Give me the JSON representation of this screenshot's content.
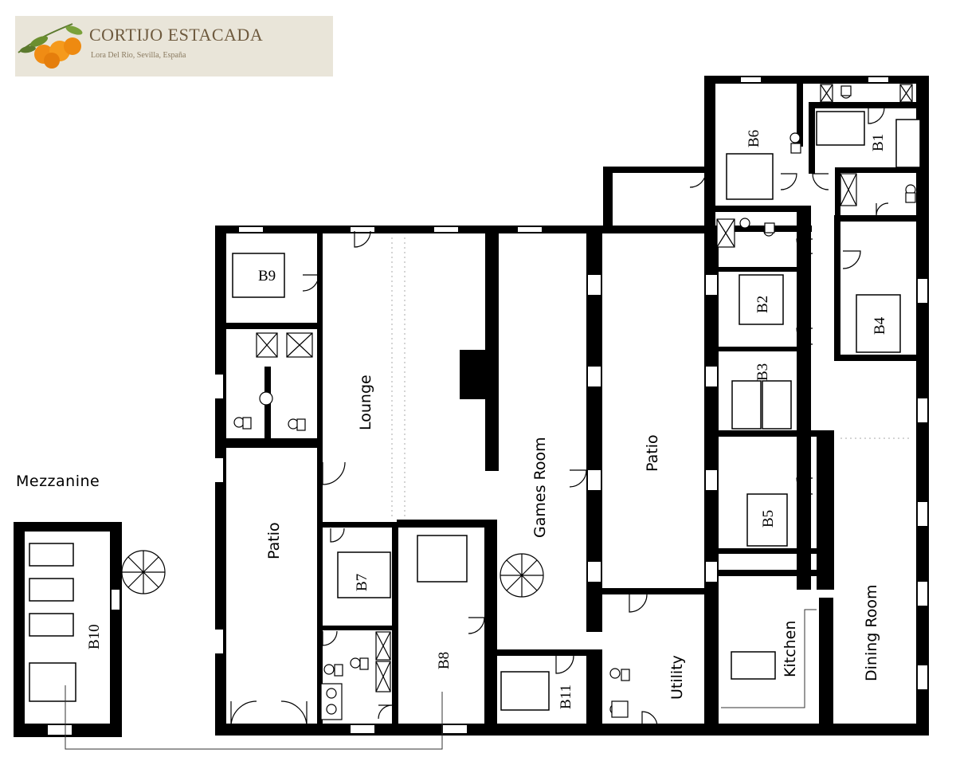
{
  "logo": {
    "title": "CORTIJO ESTACADA",
    "subtitle": "Lora Del Rio, Sevilla, España",
    "icon": "orange-branch-icon"
  },
  "mezzanine_label": "Mezzanine",
  "rooms": {
    "b1": "B1",
    "b2": "B2",
    "b3": "B3",
    "b4": "B4",
    "b5": "B5",
    "b6": "B6",
    "b7": "B7",
    "b8": "B8",
    "b9": "B9",
    "b10": "B10",
    "b11": "B11",
    "lounge": "Lounge",
    "games_room": "Games Room",
    "patio_main": "Patio",
    "patio_left": "Patio",
    "utility": "Utility",
    "kitchen": "Kitchen",
    "dining_room": "Dining Room"
  }
}
